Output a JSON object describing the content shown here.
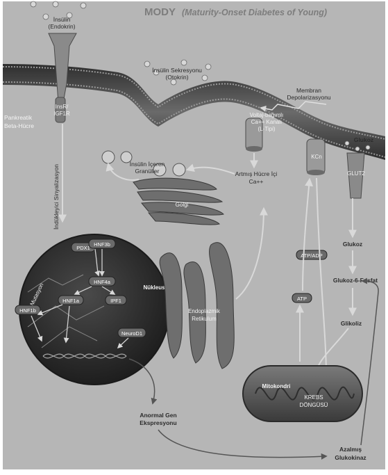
{
  "title": {
    "main": "MODY",
    "subtitle": "(Maturity-Onset Diabetes of Young)"
  },
  "labels": {
    "insulin_endocrine": [
      "İnsülin",
      "(Endokrin)"
    ],
    "insulin_secretion": [
      "İnsülin Sekresyonu",
      "(Otokrin)"
    ],
    "insr": [
      "InsR/",
      "IGF1R"
    ],
    "membrane_depol": [
      "Membran",
      "Depolarizasyonu"
    ],
    "pancreatic_beta": [
      "Pankreatik",
      "Beta-Hücre"
    ],
    "voltage_channel": [
      "Voltaj-bağımlı",
      "Ca++ Kanalı",
      "(L-Tipi)"
    ],
    "glucose_top": "Glukoz",
    "kcn": "KCn",
    "glut2": "GLUT2",
    "granules": [
      "İnsülin İçeren",
      "Granüller"
    ],
    "calcium": [
      "Artmış Hücre İçi",
      "Ca++"
    ],
    "golgi": "Golgi",
    "induced_signaling": "İndükleyici Sinyalizasyon",
    "glucose_mid": "Glukoz",
    "atp_adp": "ATP/ADP",
    "glucose6p": "Glukoz-6-Fosfat",
    "atp": "ATP",
    "glycolysis": "Glikoliz",
    "nucleus": "Nükleus",
    "mutation": "Mutasyon",
    "er": [
      "Endoplazmik",
      "Retikulum"
    ],
    "mitochondria": "Mitokondri",
    "krebs": [
      "KREBS",
      "DÖNGÜSÜ"
    ],
    "abnormal_gene": [
      "Anormal Gen",
      "Ekspresyonu"
    ],
    "decreased_glucokinase": [
      "Azalmış",
      "Glukokinaz"
    ]
  },
  "genes": {
    "pdx1": "PDX1",
    "hnf3b": "HNF3b",
    "hnf4a": "HNF4a",
    "hnf1b": "HNF1b",
    "hnf1a": "HNF1a",
    "ipf1": "IPF1",
    "neurod1": "NeuroD1"
  },
  "colors": {
    "background": "#b6b6b6",
    "membrane": "#3f3f3f",
    "nucleus": "#303030",
    "organelle": "#6e6e6e",
    "arrow": "#d9d9d9"
  }
}
